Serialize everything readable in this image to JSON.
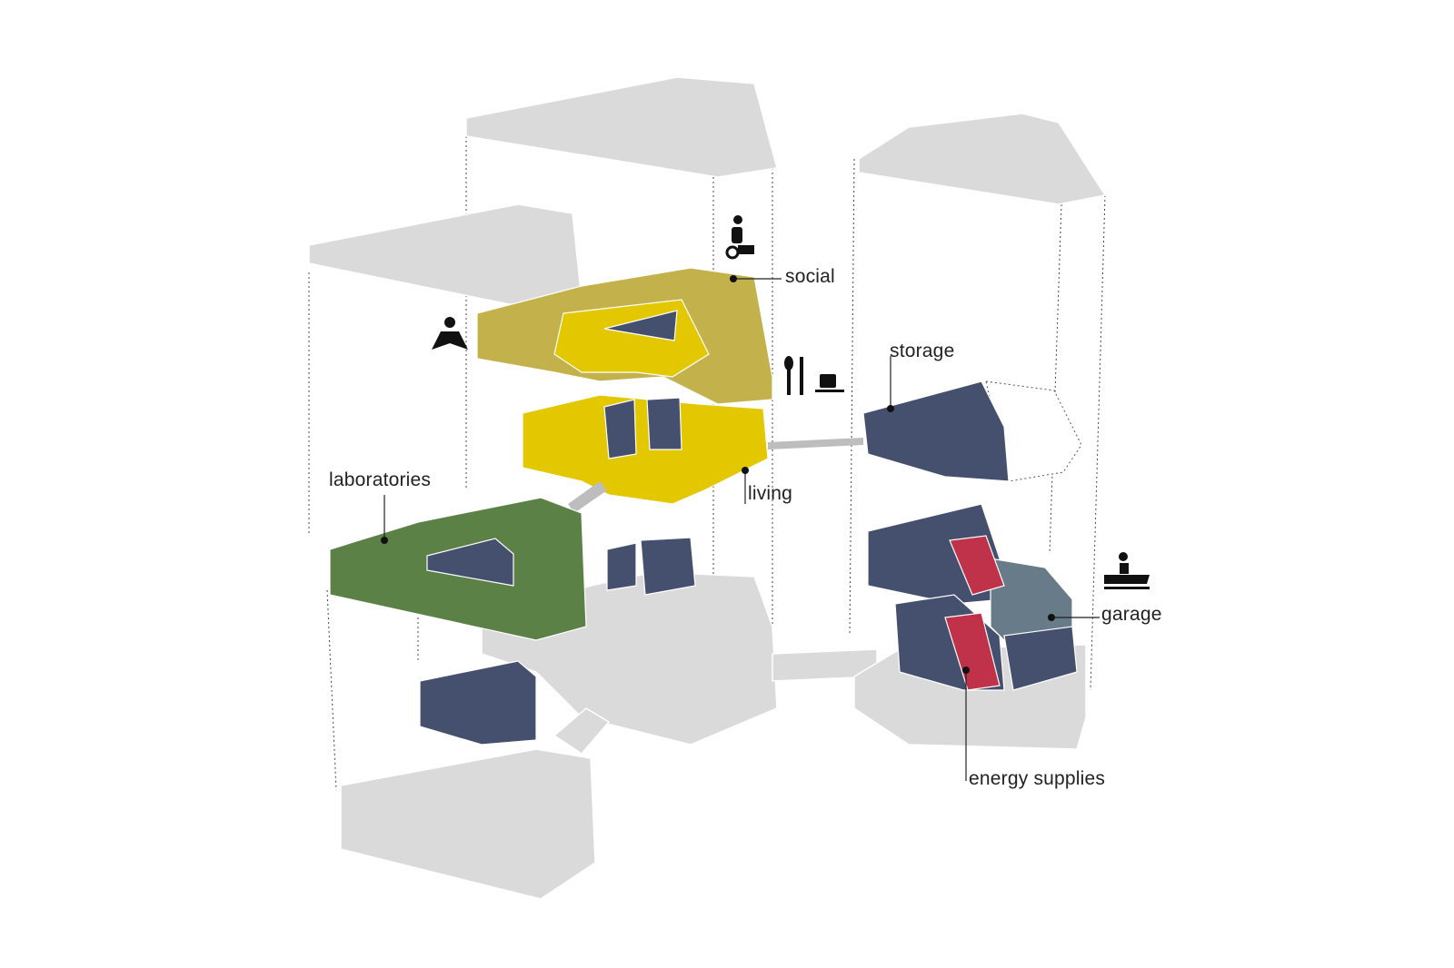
{
  "labels": {
    "social": "social",
    "storage": "storage",
    "laboratories": "laboratories",
    "living": "living",
    "garage": "garage",
    "energy": "energy supplies"
  },
  "colors": {
    "roof_gray": "#dadada",
    "social": "#c3b24c",
    "living": "#e3c700",
    "laboratories": "#5c8146",
    "service": "#45506f",
    "energy": "#c0324a",
    "garage": "#687b89"
  },
  "icons": [
    "exercise-bike-icon",
    "reading-person-icon",
    "fork-spoon-icon",
    "coffee-cup-icon",
    "snowmobile-icon"
  ]
}
